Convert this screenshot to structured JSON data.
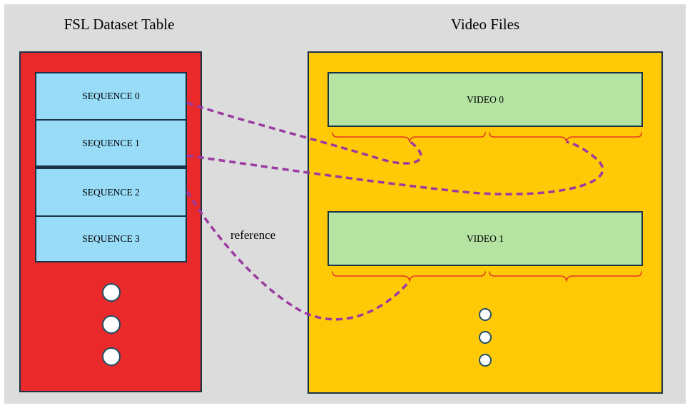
{
  "diagram": {
    "fsl_panel": {
      "title": "FSL Dataset Table",
      "sequences": [
        "SEQUENCE 0",
        "SEQUENCE 1",
        "SEQUENCE 2",
        "SEQUENCE 3"
      ]
    },
    "video_panel": {
      "title": "Video Files",
      "videos": [
        "VIDEO 0",
        "VIDEO 1"
      ]
    },
    "connector_label": "reference",
    "colors": {
      "background": "#dcdcdc",
      "fsl_panel": "#e9292a",
      "video_panel": "#ffca05",
      "sequence_fill": "#98dcf8",
      "video_fill": "#b4e3a2",
      "border": "#1b3246",
      "connector": "#9b3aa0",
      "brace": "#e23a2a"
    }
  }
}
